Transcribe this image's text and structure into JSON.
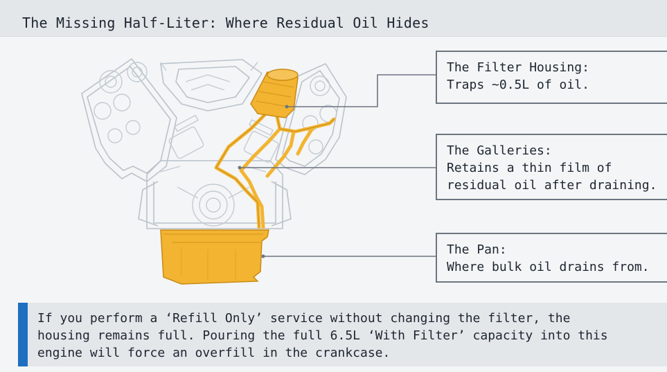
{
  "title": "The Missing Half-Liter: Where Residual Oil Hides",
  "callouts": {
    "filter_housing": {
      "lines": [
        "The Filter Housing:",
        "Traps ~0.5L of oil."
      ]
    },
    "galleries": {
      "lines": [
        "The Galleries:",
        "Retains a thin film of",
        "residual oil after draining."
      ]
    },
    "pan": {
      "lines": [
        "The Pan:",
        "Where bulk oil drains from."
      ]
    }
  },
  "note": {
    "lines": [
      "If you perform a ‘Refill Only’ service without changing the filter, the",
      "housing remains full. Pouring the full 6.5L ‘With Filter’ capacity into this",
      "engine will force an overfill in the crankcase."
    ]
  },
  "colors": {
    "highlight_oil": "#f2b431",
    "accent_bar": "#1f6fc1",
    "engine_outline": "#b9c2cb",
    "leader_line": "#6b7580"
  }
}
